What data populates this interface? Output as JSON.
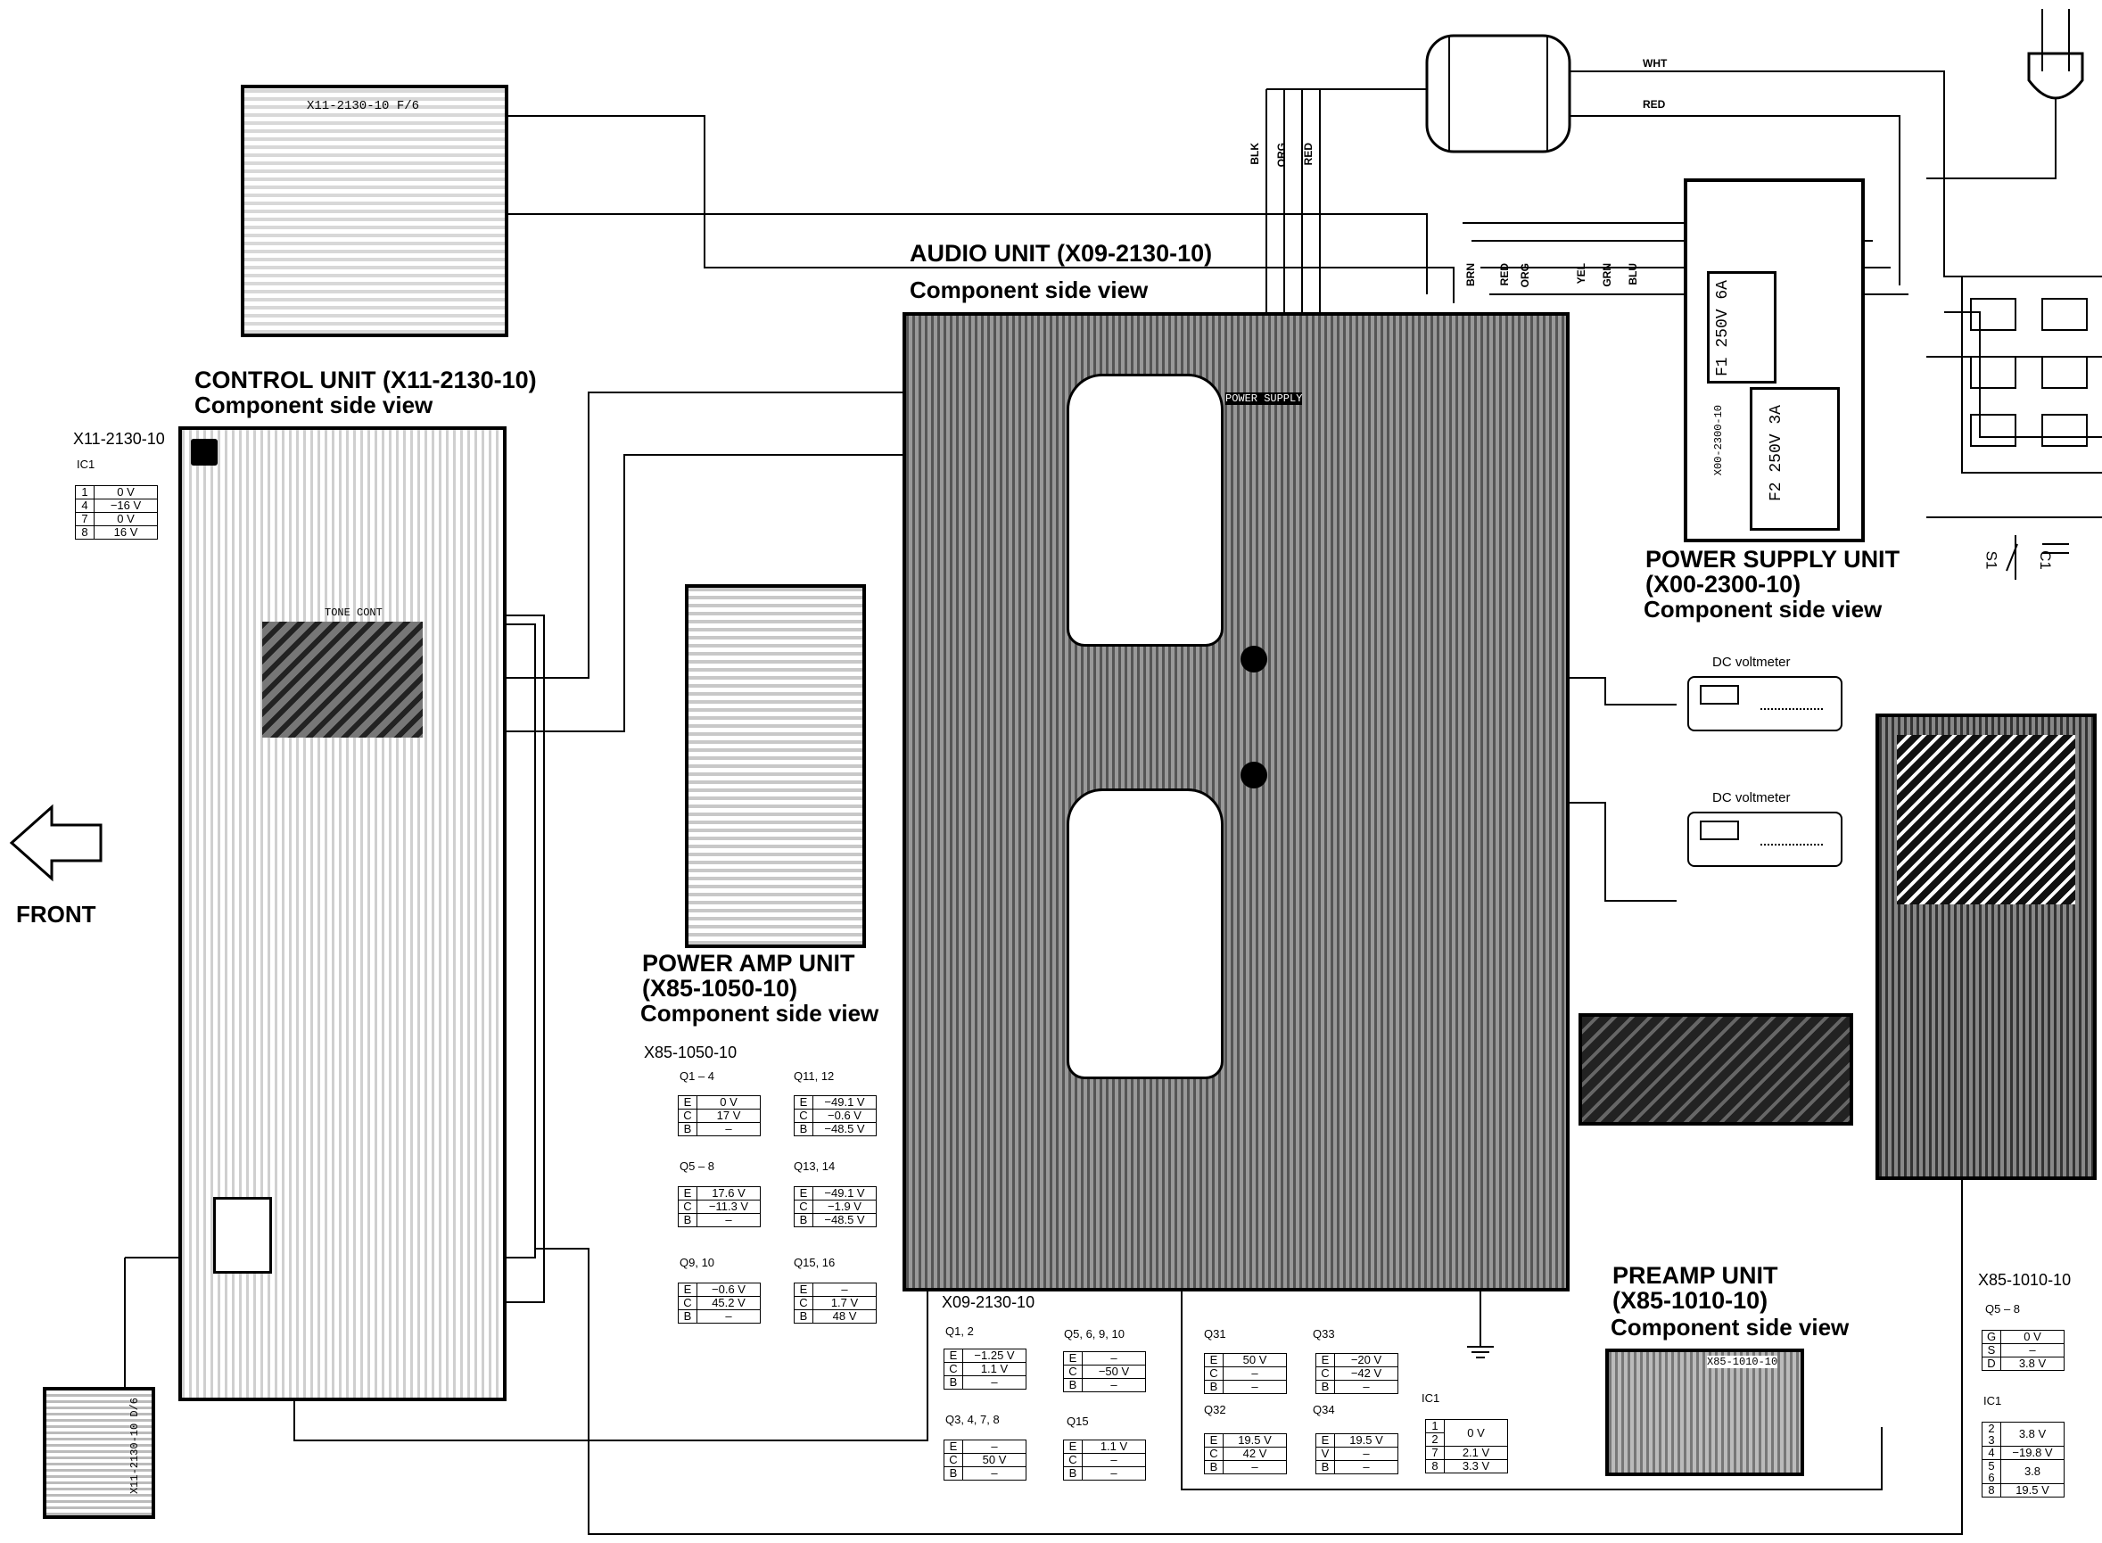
{
  "front_label": "FRONT",
  "control_unit": {
    "title": "CONTROL UNIT (X11-2130-10)",
    "subtitle": "Component side view",
    "board_code": "X11-2130-10",
    "table_title": "X11-2130-10",
    "ic_label": "IC1",
    "ic_rows": [
      [
        "1",
        "0 V"
      ],
      [
        "4",
        "−16 V"
      ],
      [
        "7",
        "0 V"
      ],
      [
        "8",
        "16 V"
      ]
    ],
    "sub_board_top_code": "X11-2130-10 F/6",
    "sub_board_bottom_code": "X11-2130-10 D/6",
    "tone_cont": "TONE CONT"
  },
  "audio_unit": {
    "title": "AUDIO UNIT (X09-2130-10)",
    "subtitle": "Component side view",
    "power_supply_silk": "POWER SUPPLY",
    "wire_labels": [
      "BLK",
      "ORG",
      "RED",
      "BRN",
      "RED",
      "ORG",
      "YEL",
      "GRN",
      "BLU"
    ],
    "table_title": "X09-2130-10",
    "groups": [
      {
        "label": "Q1, 2",
        "rows": [
          [
            "E",
            "−1.25 V"
          ],
          [
            "C",
            "1.1 V"
          ],
          [
            "B",
            "–"
          ]
        ]
      },
      {
        "label": "Q5, 6, 9, 10",
        "rows": [
          [
            "E",
            "–"
          ],
          [
            "C",
            "−50 V"
          ],
          [
            "B",
            "–"
          ]
        ]
      },
      {
        "label": "Q3, 4, 7, 8",
        "rows": [
          [
            "E",
            "–"
          ],
          [
            "C",
            "50 V"
          ],
          [
            "B",
            "–"
          ]
        ]
      },
      {
        "label": "Q15",
        "rows": [
          [
            "E",
            "1.1 V"
          ],
          [
            "C",
            "–"
          ],
          [
            "B",
            "–"
          ]
        ]
      },
      {
        "label": "Q31",
        "rows": [
          [
            "E",
            "50 V"
          ],
          [
            "C",
            "–"
          ],
          [
            "B",
            "–"
          ]
        ]
      },
      {
        "label": "Q33",
        "rows": [
          [
            "E",
            "−20 V"
          ],
          [
            "C",
            "−42 V"
          ],
          [
            "B",
            "–"
          ]
        ]
      },
      {
        "label": "Q32",
        "rows": [
          [
            "E",
            "19.5 V"
          ],
          [
            "C",
            "42 V"
          ],
          [
            "B",
            "–"
          ]
        ]
      },
      {
        "label": "Q34",
        "rows": [
          [
            "E",
            "19.5 V"
          ],
          [
            "V",
            "–"
          ],
          [
            "B",
            "–"
          ]
        ]
      }
    ],
    "ic_label": "IC1",
    "ic_rows": [
      [
        "1",
        "0 V"
      ],
      [
        "2",
        ""
      ],
      [
        "7",
        "2.1 V"
      ],
      [
        "8",
        "3.3 V"
      ]
    ]
  },
  "power_amp_unit": {
    "title_1": "POWER AMP UNIT",
    "title_2": "(X85-1050-10)",
    "subtitle": "Component side view",
    "table_title": "X85-1050-10",
    "groups": [
      {
        "label": "Q1 – 4",
        "rows": [
          [
            "E",
            "0 V"
          ],
          [
            "C",
            "17 V"
          ],
          [
            "B",
            "–"
          ]
        ]
      },
      {
        "label": "Q11, 12",
        "rows": [
          [
            "E",
            "−49.1 V"
          ],
          [
            "C",
            "−0.6 V"
          ],
          [
            "B",
            "−48.5 V"
          ]
        ]
      },
      {
        "label": "Q5 – 8",
        "rows": [
          [
            "E",
            "17.6 V"
          ],
          [
            "C",
            "−11.3 V"
          ],
          [
            "B",
            "–"
          ]
        ]
      },
      {
        "label": "Q13, 14",
        "rows": [
          [
            "E",
            "−49.1 V"
          ],
          [
            "C",
            "−1.9 V"
          ],
          [
            "B",
            "−48.5 V"
          ]
        ]
      },
      {
        "label": "Q9, 10",
        "rows": [
          [
            "E",
            "−0.6 V"
          ],
          [
            "C",
            "45.2 V"
          ],
          [
            "B",
            "–"
          ]
        ]
      },
      {
        "label": "Q15, 16",
        "rows": [
          [
            "E",
            "–"
          ],
          [
            "C",
            "1.7 V"
          ],
          [
            "B",
            "48 V"
          ]
        ]
      }
    ]
  },
  "power_supply_unit": {
    "title_1": "POWER SUPPLY UNIT",
    "title_2": "(X00-2300-10)",
    "subtitle": "Component side view",
    "fuse1": "F1 250V 6A",
    "fuse2": "F2 250V 3A",
    "board_code": "X00-2300-10",
    "wire_labels": [
      "WHT",
      "RED"
    ],
    "switch_label": "S1",
    "cap_label": "C1"
  },
  "voltmeters": [
    "DC voltmeter",
    "DC voltmeter"
  ],
  "preamp_unit": {
    "title_1": "PREAMP UNIT",
    "title_2": "(X85-1010-10)",
    "subtitle": "Component side view",
    "board_code": "X85-1010-10",
    "table_title": "X85-1010-10",
    "q_label": "Q5 – 8",
    "q_rows": [
      [
        "G",
        "0 V"
      ],
      [
        "S",
        "–"
      ],
      [
        "D",
        "3.8 V"
      ]
    ],
    "ic_label": "IC1",
    "ic_rows": [
      [
        "2\n3",
        "3.8 V"
      ],
      [
        "4",
        "−19.8 V"
      ],
      [
        "5\n6",
        "3.8"
      ],
      [
        "8",
        "19.5 V"
      ]
    ]
  }
}
